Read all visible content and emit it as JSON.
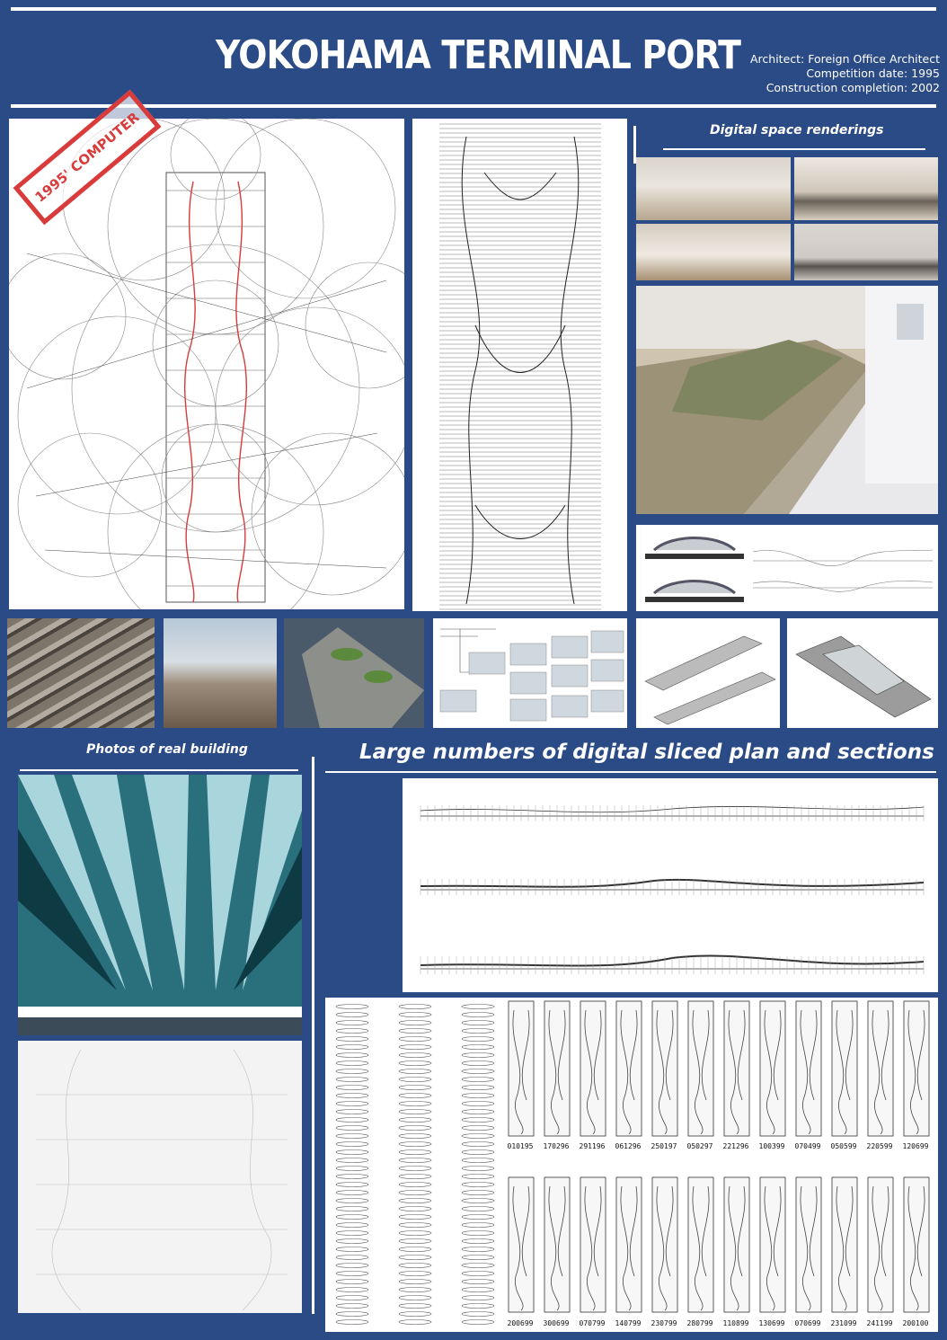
{
  "header": {
    "title": "YOKOHAMA TERMINAL PORT",
    "architect": "Architect: Foreign Office Architect",
    "competition": "Competition date: 1995",
    "completion": "Construction completion: 2002"
  },
  "stamp": {
    "label": "1995' COMPUTER"
  },
  "sections": {
    "renderings_title": "Digital space renderings",
    "photos_title": "Photos of real building",
    "sliced_title": "Large numbers of digital sliced plan and sections"
  },
  "plan_codes_row1": [
    "010195",
    "170296",
    "291196",
    "061296",
    "250197",
    "050297",
    "221296",
    "100399",
    "070499",
    "050599",
    "220599",
    "120699"
  ],
  "plan_codes_row2": [
    "200699",
    "300699",
    "070799",
    "140799",
    "230799",
    "280799",
    "110899",
    "130699",
    "070699",
    "231099",
    "241199",
    "200100"
  ],
  "colors": {
    "background": "#2b4b86",
    "stamp_red": "#d93a3a",
    "ceiling_teal": "#2f8a9a"
  }
}
